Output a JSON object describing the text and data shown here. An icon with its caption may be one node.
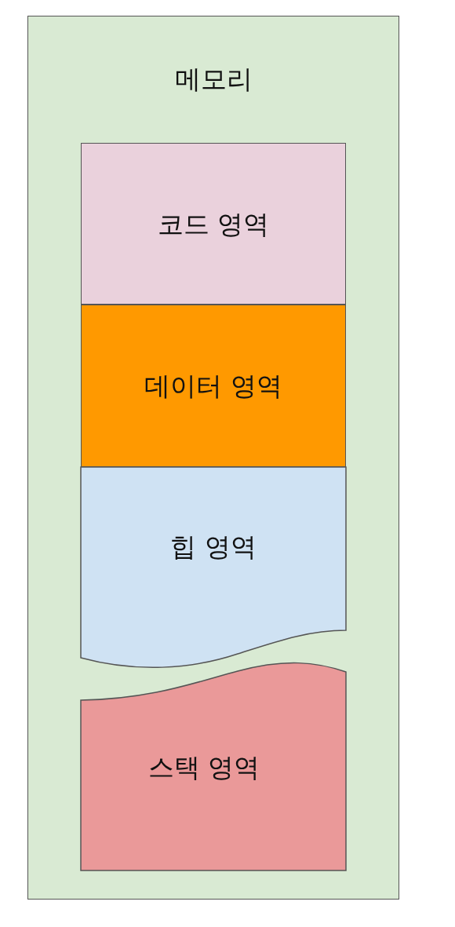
{
  "diagram": {
    "nodes": [
      {
        "text": [
          "메모리"
        ]
      },
      {
        "text": [
          "코드 영역"
        ],
        "in": 0
      },
      {
        "text": [
          "데이터 영역"
        ],
        "in": 0
      },
      {
        "text": [
          "힙 영역"
        ],
        "in": 0
      },
      {
        "text": [
          "스택 영역"
        ],
        "in": 0
      }
    ]
  }
}
